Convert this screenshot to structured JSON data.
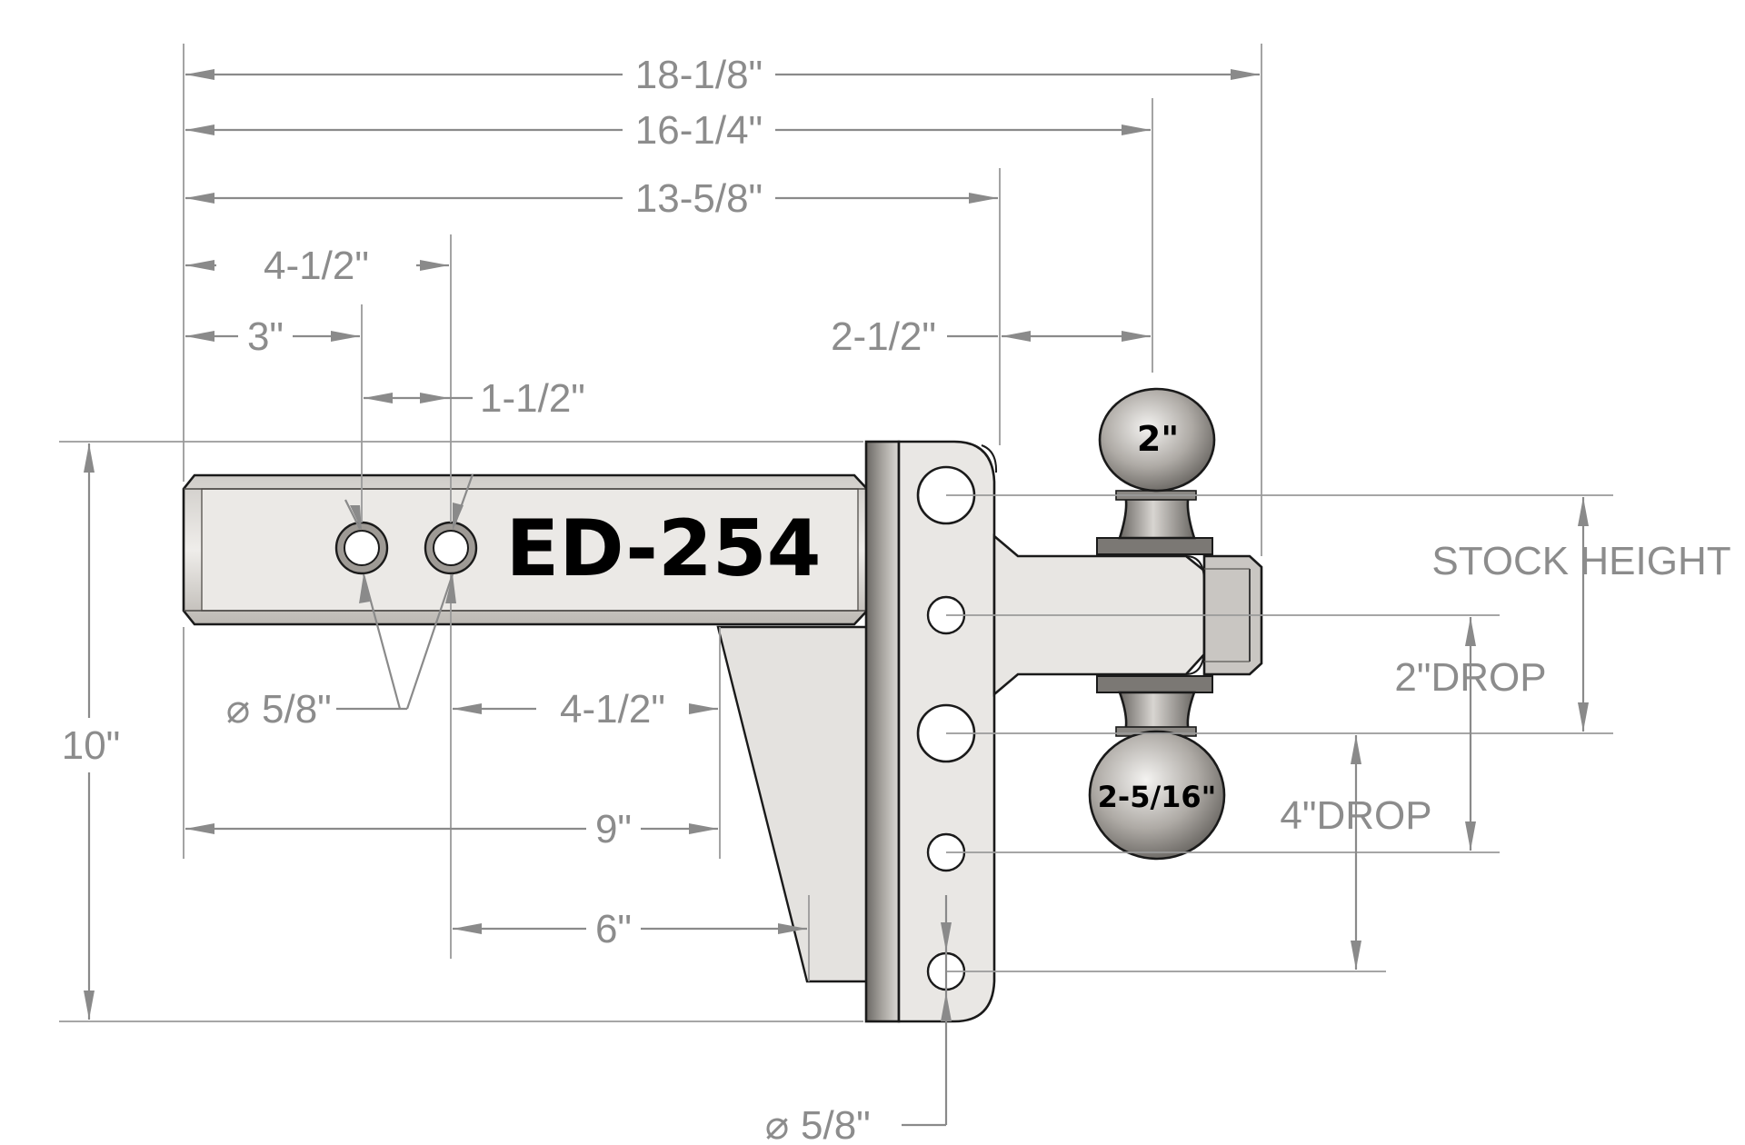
{
  "part_label": "ED-254",
  "ball_sizes": {
    "top": "2\"",
    "bottom": "2-5/16\""
  },
  "dimensions": {
    "overall_length": "18-1/8\"",
    "ball_center_length": "16-1/4\"",
    "shank_to_plate": "13-5/8\"",
    "first_hole_short": "4-1/2\"",
    "first_hole": "3\"",
    "hole_spacing": "1-1/2\"",
    "plate_to_ball": "2-1/2\"",
    "hole_diameter_shank": "5/8\"",
    "gusset_offset": "4-1/2\"",
    "shank_length": "9\"",
    "gusset_length": "6\"",
    "total_height": "10\"",
    "stock_height": "STOCK HEIGHT",
    "drop_2": "2\"DROP",
    "drop_4": "4\"DROP",
    "hole_diameter_plate": "5/8\""
  },
  "diameter_symbol": "⌀",
  "colors": {
    "dimension": "#8a8a8a",
    "metal_light": "#e6e4e1",
    "metal_dark": "#6d6a66",
    "outline": "#1a1a1a"
  }
}
